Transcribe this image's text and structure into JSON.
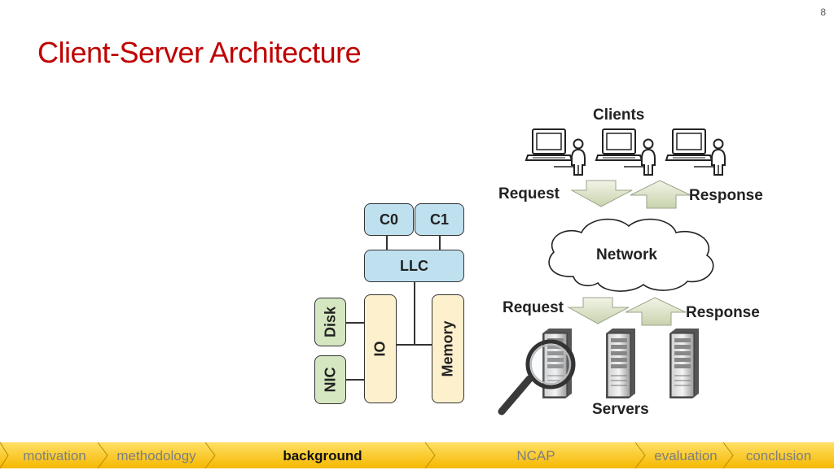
{
  "slide": {
    "page_number": "8",
    "title": "Client-Server Architecture"
  },
  "diagram": {
    "clients_label": "Clients",
    "request_top": "Request",
    "response_top": "Response",
    "network_label": "Network",
    "request_bottom": "Request",
    "response_bottom": "Response",
    "servers_label": "Servers",
    "c0": "C0",
    "c1": "C1",
    "llc": "LLC",
    "disk": "Disk",
    "nic": "NIC",
    "io": "IO",
    "memory": "Memory"
  },
  "nav": {
    "items": [
      {
        "label": "motivation",
        "active": false
      },
      {
        "label": "methodology",
        "active": false
      },
      {
        "label": "background",
        "active": true
      },
      {
        "label": "NCAP",
        "active": false
      },
      {
        "label": "evaluation",
        "active": false
      },
      {
        "label": "conclusion",
        "active": false
      }
    ],
    "bar_color": "#fcc80f",
    "active_text_color": "#111111",
    "inactive_text_color": "#7f7f7f"
  },
  "colors": {
    "title": "#c00000",
    "core_box": "#bfe1ef",
    "storage_box": "#d5e7c1",
    "bus_box": "#fdf0cd"
  },
  "icons": [
    "laptop-icon",
    "user-icon",
    "cloud-icon",
    "server-tower-icon",
    "magnifier-icon",
    "down-arrow-icon",
    "up-arrow-icon"
  ]
}
